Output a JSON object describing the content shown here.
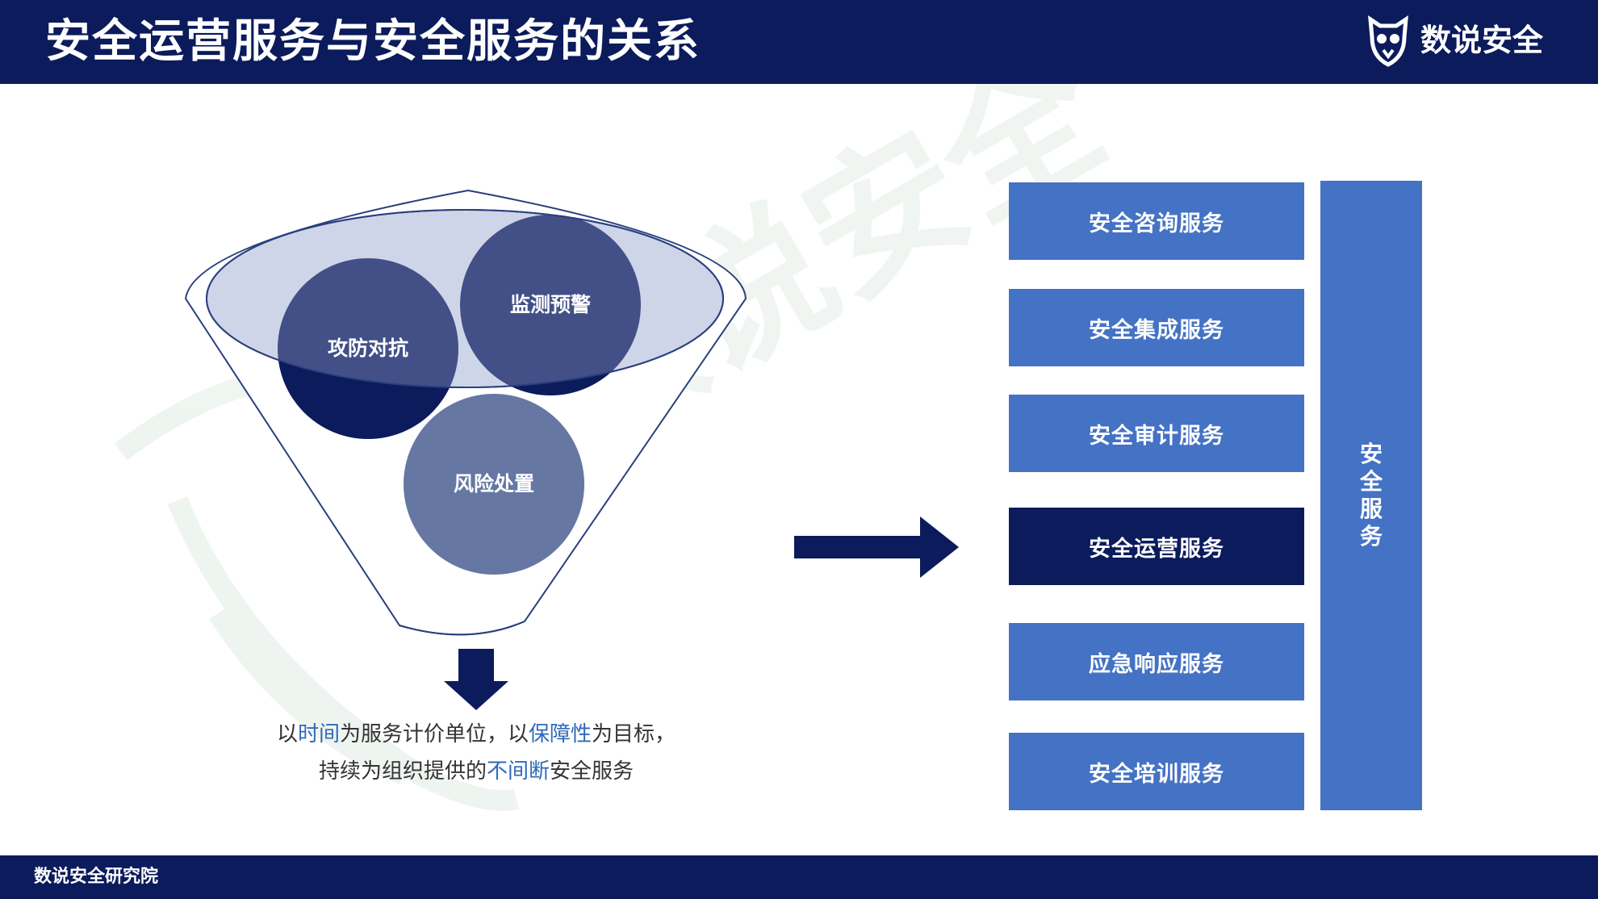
{
  "header": {
    "title": "安全运营服务与安全服务的关系",
    "logo_text": "数说安全"
  },
  "footer": {
    "text": "数说安全研究院"
  },
  "funnel": {
    "circles": [
      {
        "label": "攻防对抗",
        "color": "#0b1b5c"
      },
      {
        "label": "监测预警",
        "color": "#0b1b5c"
      },
      {
        "label": "风险处置",
        "color": "#6677a3"
      }
    ]
  },
  "caption": {
    "line1": {
      "p1": "以",
      "h1": "时间",
      "p2": "为服务计价单位，以",
      "h2": "保障性",
      "p3": "为目标，"
    },
    "line2": {
      "p1": "持续为组织提供的",
      "h1": "不间断",
      "p2": "安全服务"
    }
  },
  "services": {
    "items": [
      "安全咨询服务",
      "安全集成服务",
      "安全审计服务",
      "安全运营服务",
      "应急响应服务",
      "安全培训服务"
    ],
    "active": "安全运营服务",
    "group_label": "安全服务"
  },
  "colors": {
    "navy": "#0b1b5c",
    "blue": "#4472c4",
    "highlight": "#2e6ab7"
  }
}
